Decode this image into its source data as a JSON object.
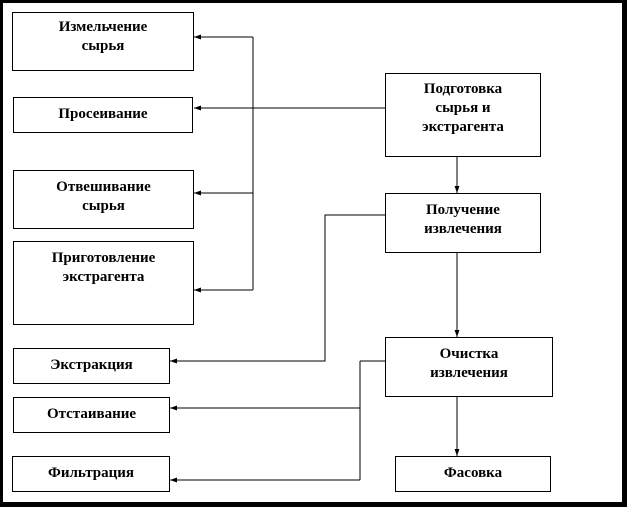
{
  "diagram": {
    "nodes": {
      "grinding": "Измельчение\nсырья",
      "sieving": "Просеивание",
      "weighing": "Отвешивание\nсырья",
      "extractant_prep": "Приготовление\nэкстрагента",
      "extraction": "Экстракция",
      "settling": "Отстаивание",
      "filtration": "Фильтрация",
      "preparation": "Подготовка\nсырья и\nэкстрагента",
      "obtaining": "Получение\nизвлечения",
      "purification": "Очистка\nизвлечения",
      "packaging": "Фасовка"
    },
    "edges": [
      {
        "from": "preparation",
        "to": "grinding"
      },
      {
        "from": "preparation",
        "to": "sieving"
      },
      {
        "from": "preparation",
        "to": "weighing"
      },
      {
        "from": "preparation",
        "to": "extractant_prep"
      },
      {
        "from": "preparation",
        "to": "obtaining"
      },
      {
        "from": "obtaining",
        "to": "extraction"
      },
      {
        "from": "obtaining",
        "to": "purification"
      },
      {
        "from": "purification",
        "to": "settling"
      },
      {
        "from": "purification",
        "to": "filtration"
      },
      {
        "from": "purification",
        "to": "packaging"
      }
    ]
  }
}
